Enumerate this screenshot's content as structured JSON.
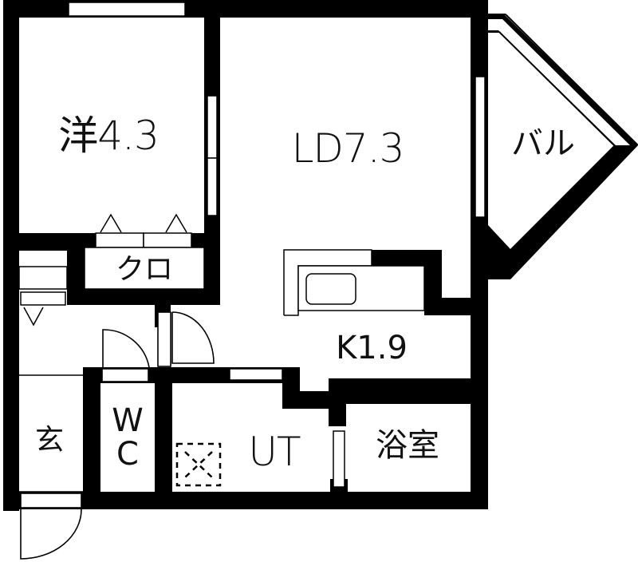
{
  "floor_plan": {
    "colors": {
      "wall": "#000000",
      "background": "#ffffff",
      "text": "#111111"
    },
    "rooms": [
      {
        "id": "western-room",
        "label": "洋4.3",
        "type": "Western-style room",
        "size_jo": 4.3
      },
      {
        "id": "living-dining",
        "label": "LD7.3",
        "type": "Living Dining",
        "size_jo": 7.3
      },
      {
        "id": "balcony",
        "label": "バル",
        "type": "Balcony"
      },
      {
        "id": "closet",
        "label": "クロ",
        "type": "Closet"
      },
      {
        "id": "kitchen",
        "label": "K1.9",
        "type": "Kitchen",
        "size_jo": 1.9
      },
      {
        "id": "entrance",
        "label": "玄",
        "type": "Entrance"
      },
      {
        "id": "toilet",
        "label_line1": "W",
        "label_line2": "C",
        "type": "Toilet"
      },
      {
        "id": "utility",
        "label": "UT",
        "type": "Utility"
      },
      {
        "id": "bathroom",
        "label": "浴室",
        "type": "Bathroom"
      }
    ],
    "fixtures": [
      "kitchen-sink",
      "washing-machine-space",
      "doors",
      "windows",
      "closet-sliding-doors",
      "shoe-cabinet"
    ]
  }
}
